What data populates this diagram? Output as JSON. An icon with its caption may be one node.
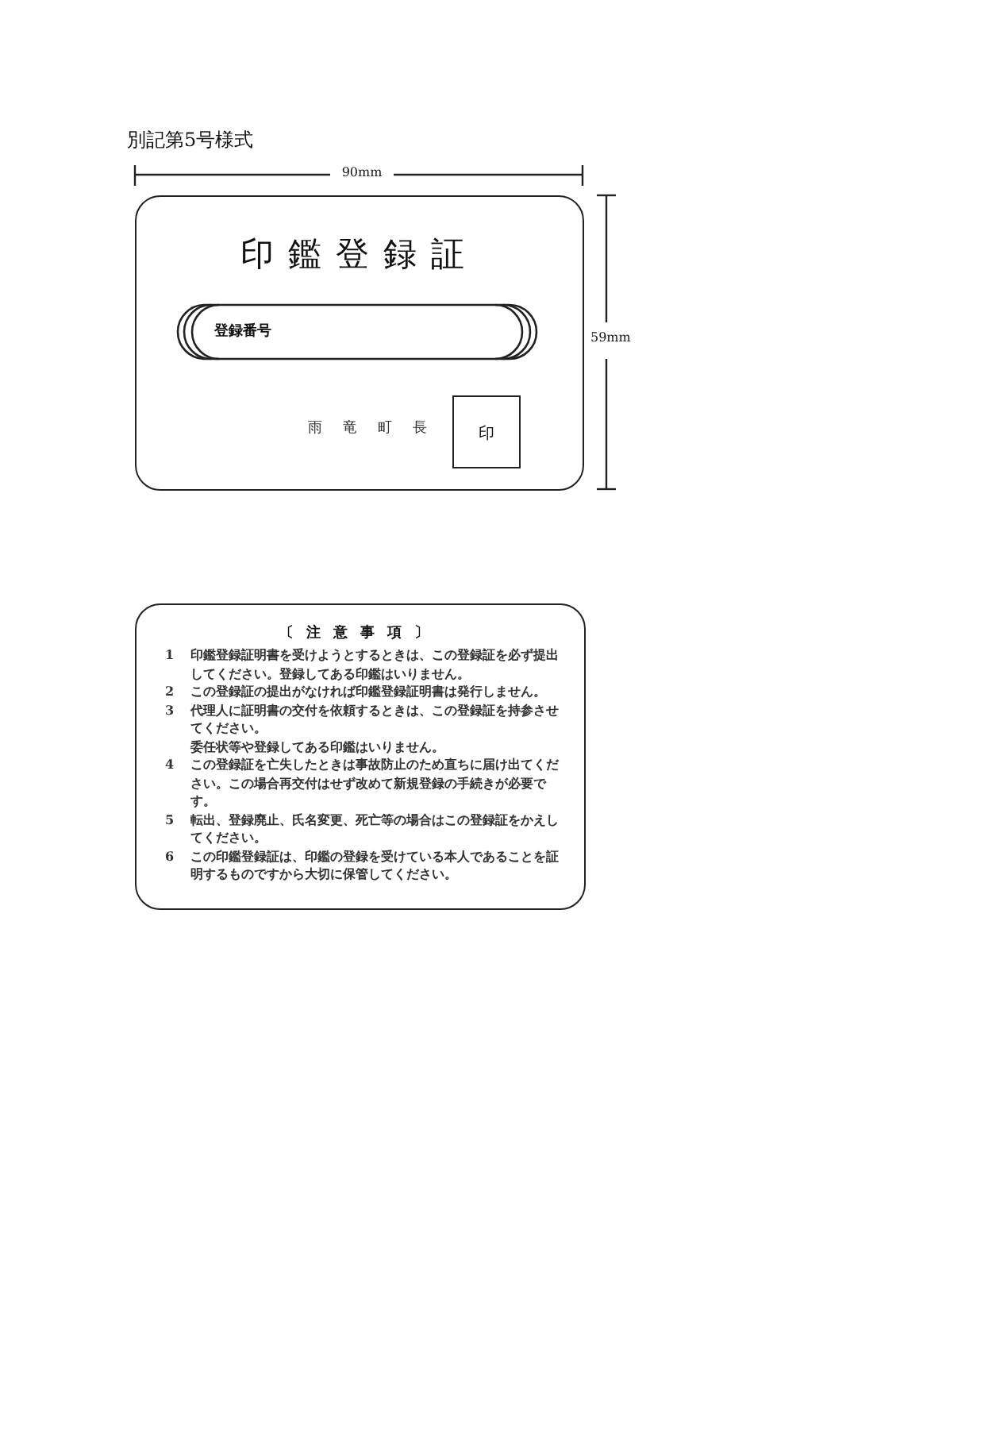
{
  "diagram": {
    "title": "別記第5号様式",
    "nodes": [
      {
        "text": [
          "印鑑登録証",
          "雨竜町長"
        ]
      },
      {
        "text": [
          "登録番号"
        ],
        "in": 0
      },
      {
        "text": [
          "印"
        ],
        "in": 0
      },
      {
        "text": [
          "〔注意事項〕",
          "1 印鑑登録証明書を受けようとするときは、この登録証を必ず提出してください。登録してある印鑑はいりません。",
          "2 この登録証の提出がなければ印鑑登録証明書は発行しません。",
          "3 代理人に証明書の交付を依頼するときは、この登録証を持参させてください。",
          "委任状等や登録してある印鑑はいりません。",
          "4 この登録証を亡失したときは事故防止のため直ちに届け出てください。この場合再交付はせず改めて新規登録の手続きが必要です。",
          "5 転出、登録廃止、氏名変更、死亡等の場合はこの登録証をかえしてください。",
          "6 この印鑑登録証は、印鑑の登録を受けている本人であることを証明するものですから大切に保管してください。"
        ]
      }
    ],
    "labels": [
      "90mm",
      "59mm"
    ]
  }
}
